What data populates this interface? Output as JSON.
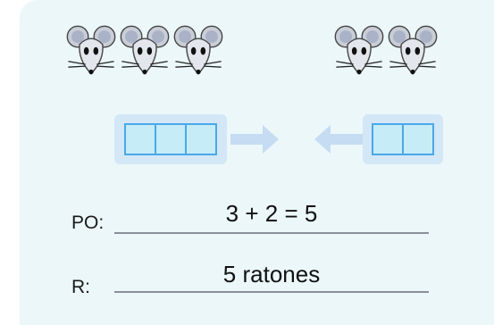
{
  "problem": {
    "left_group": {
      "mouse_count": 3,
      "cell_count": 3,
      "icon": "mouse-icon"
    },
    "right_group": {
      "mouse_count": 2,
      "cell_count": 2,
      "icon": "mouse-icon"
    },
    "arrows": [
      "arrow-right-icon",
      "arrow-left-icon"
    ]
  },
  "answers": {
    "po_label": "PO:",
    "po_value": "3 + 2 = 5",
    "r_label": "R:",
    "r_value": "5 ratones"
  },
  "colors": {
    "panel_bg": "#ecf7fa",
    "cell_fill": "#c6ecf7",
    "cell_border": "#4aa8e8",
    "group_bg": "#d4e7f7",
    "arrow": "#c5dcf2"
  }
}
